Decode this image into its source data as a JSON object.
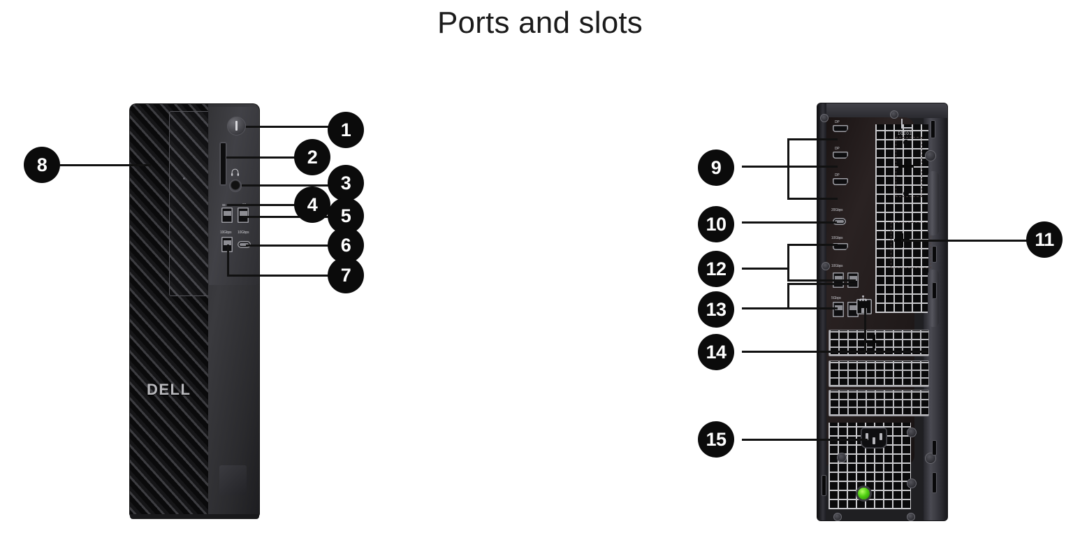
{
  "page": {
    "title": "Ports and slots",
    "background_color": "#ffffff",
    "text_color": "#1b1b1b",
    "callout_fill": "#0b0b0b",
    "callout_text_color": "#ffffff"
  },
  "views": [
    {
      "id": "front",
      "name": "front-view",
      "brand": "DELL"
    },
    {
      "id": "rear",
      "name": "rear-view"
    }
  ],
  "callouts": [
    {
      "number": "1",
      "view": "front",
      "target": "power-button"
    },
    {
      "number": "2",
      "view": "front",
      "target": "sd-card-slot"
    },
    {
      "number": "3",
      "view": "front",
      "target": "headset-jack"
    },
    {
      "number": "4",
      "view": "front",
      "target": "usb-a-port-left"
    },
    {
      "number": "5",
      "view": "front",
      "target": "usb-a-port-right"
    },
    {
      "number": "6",
      "view": "front",
      "target": "usb-c-port"
    },
    {
      "number": "7",
      "view": "front",
      "target": "usb-a-port-lower"
    },
    {
      "number": "8",
      "view": "front",
      "target": "front-vent-panel"
    },
    {
      "number": "9",
      "view": "rear",
      "target": "displayport-group"
    },
    {
      "number": "10",
      "view": "rear",
      "target": "usb-c-20gbps-port"
    },
    {
      "number": "11",
      "view": "rear",
      "target": "rear-vent-panel"
    },
    {
      "number": "12",
      "view": "rear",
      "target": "usb-10gbps-group"
    },
    {
      "number": "13",
      "view": "rear",
      "target": "usb-5gbps-group"
    },
    {
      "number": "14",
      "view": "rear",
      "target": "expansion-card-slot"
    },
    {
      "number": "15",
      "view": "rear",
      "target": "power-connector-port"
    }
  ],
  "front_panel": {
    "name": "front-io-panel",
    "port_labels": [
      "ss",
      "ss 10",
      "10Gbps",
      "10Gbps"
    ],
    "elements": [
      "power-button",
      "sd-card-slot",
      "headset-icon",
      "headset-jack",
      "usb-a-port-left",
      "usb-a-port-right",
      "usb-a-port-lower",
      "usb-c-port"
    ],
    "brand_text": "DELL"
  },
  "rear_panel": {
    "name": "rear-io-panel",
    "port_labels": [
      "DP",
      "DP",
      "DP",
      "20Gbps",
      "10Gbps",
      "10Gbps",
      "5Gbps"
    ],
    "serial_label": "IOIOI",
    "elements": [
      "displayport-1",
      "displayport-2",
      "displayport-3",
      "usb-c-20gbps-port",
      "displayport-4",
      "usb-a-10gbps-left",
      "usb-a-10gbps-right",
      "usb-a-5gbps-left",
      "usb-a-5gbps-right",
      "rj45-ethernet-port",
      "power-connector-port",
      "psu-status-led"
    ],
    "psu_led_color": "#4fcf12"
  }
}
